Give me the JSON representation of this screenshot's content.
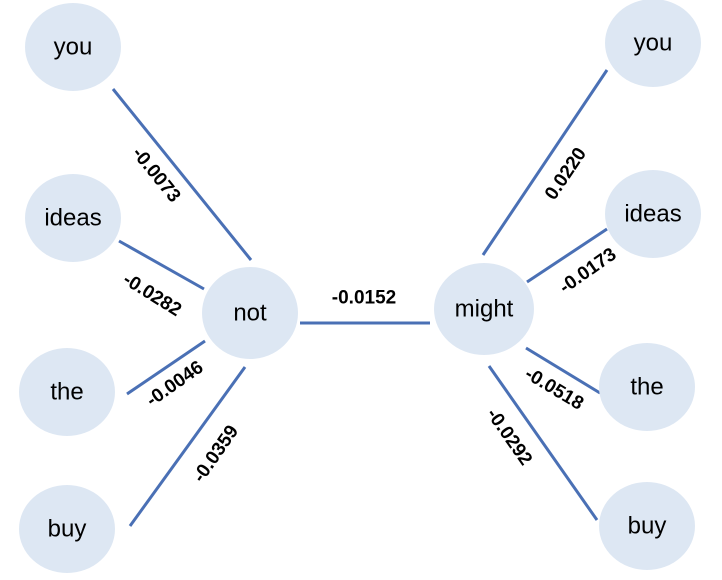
{
  "nodes": {
    "not": "not",
    "might": "might",
    "left_you": "you",
    "left_ideas": "ideas",
    "left_the": "the",
    "left_buy": "buy",
    "right_you": "you",
    "right_ideas": "ideas",
    "right_the": "the",
    "right_buy": "buy"
  },
  "edges": {
    "left_you_not": "-0.0073",
    "left_ideas_not": "-0.0282",
    "left_the_not": "-0.0046",
    "left_buy_not": "-0.0359",
    "not_might": "-0.0152",
    "might_right_you": "0.0220",
    "might_right_ideas": "-0.0173",
    "might_right_the": "-0.0518",
    "might_right_buy": "-0.0292"
  },
  "colors": {
    "node_fill": "#dde7f3",
    "edge": "#4a70b5",
    "text": "#000000"
  }
}
